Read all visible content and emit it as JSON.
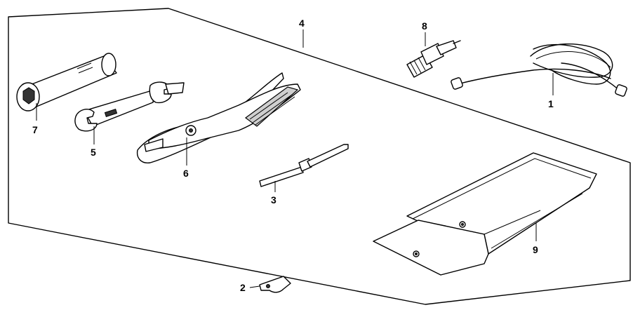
{
  "parts": [
    {
      "id": "p1",
      "number": "1",
      "icon": "rope-icon"
    },
    {
      "id": "p2",
      "number": "2",
      "icon": "clip-icon"
    },
    {
      "id": "p3",
      "number": "3",
      "icon": "screwdriver-icon"
    },
    {
      "id": "p4",
      "number": "4",
      "icon": "tool-kit-outline"
    },
    {
      "id": "p5",
      "number": "5",
      "icon": "open-end-wrench-icon"
    },
    {
      "id": "p6",
      "number": "6",
      "icon": "pliers-icon"
    },
    {
      "id": "p7",
      "number": "7",
      "icon": "plug-socket-wrench-icon"
    },
    {
      "id": "p8",
      "number": "8",
      "icon": "spark-plug-icon"
    },
    {
      "id": "p9",
      "number": "9",
      "icon": "tool-bag-icon"
    }
  ],
  "colors": {
    "line": "#000000",
    "background": "#ffffff"
  }
}
